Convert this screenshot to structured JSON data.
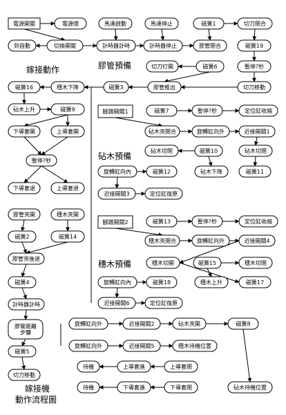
{
  "title_lines": [
    "嫁接機",
    "動作流程圖"
  ],
  "sections": [
    {
      "id": "s1",
      "label": "嫁接動作"
    },
    {
      "id": "s2",
      "label": "膠管預備"
    },
    {
      "id": "s3",
      "label": "砧木預備"
    },
    {
      "id": "s4",
      "label": "穗木預備"
    }
  ],
  "nodes": [
    {
      "id": "n1",
      "label": "電源開關",
      "shape": "rect"
    },
    {
      "id": "n2",
      "label": "電源燈",
      "shape": "round"
    },
    {
      "id": "n3",
      "label": "到自動",
      "shape": "round"
    },
    {
      "id": "n4",
      "label": "切換開關",
      "shape": "round"
    },
    {
      "id": "n5",
      "label": "馬達啟動",
      "shape": "round"
    },
    {
      "id": "n6",
      "label": "計時器計時",
      "shape": "round"
    },
    {
      "id": "n7",
      "label": "馬達停止",
      "shape": "round"
    },
    {
      "id": "n8",
      "label": "計時器停止",
      "shape": "round"
    },
    {
      "id": "n9",
      "label": "磁簧1",
      "shape": "round"
    },
    {
      "id": "n10",
      "label": "膠管閉合",
      "shape": "round"
    },
    {
      "id": "n11",
      "label": "切刀閉合",
      "shape": "round"
    },
    {
      "id": "n12",
      "label": "磁簧19",
      "shape": "round"
    },
    {
      "id": "n13",
      "label": "暫停?秒",
      "shape": "round"
    },
    {
      "id": "n14",
      "label": "切刀打開",
      "shape": "round"
    },
    {
      "id": "n15",
      "label": "磁簧6",
      "shape": "round"
    },
    {
      "id": "n16",
      "label": "切刀移動",
      "shape": "round"
    },
    {
      "id": "n17",
      "label": "膠管推出",
      "shape": "round"
    },
    {
      "id": "n18",
      "label": "磁簧3",
      "shape": "round"
    },
    {
      "id": "n19",
      "label": "穗木下降",
      "shape": "round"
    },
    {
      "id": "n20",
      "label": "磁簧16",
      "shape": "round"
    },
    {
      "id": "n21",
      "label": "砧木上升",
      "shape": "round"
    },
    {
      "id": "n22",
      "label": "磁簧9",
      "shape": "round"
    },
    {
      "id": "n23",
      "label": "下導套開",
      "shape": "round"
    },
    {
      "id": "n24",
      "label": "上導套開",
      "shape": "round"
    },
    {
      "id": "n25",
      "label": "暫停?秒",
      "shape": "round"
    },
    {
      "id": "n26",
      "label": "下導套退",
      "shape": "round"
    },
    {
      "id": "n27",
      "label": "上導套退",
      "shape": "round"
    },
    {
      "id": "n28",
      "label": "膠管夾開",
      "shape": "round"
    },
    {
      "id": "n29",
      "label": "穗木夾開",
      "shape": "round"
    },
    {
      "id": "n30",
      "label": "磁簧2",
      "shape": "round"
    },
    {
      "id": "n31",
      "label": "磁簧14",
      "shape": "round"
    },
    {
      "id": "n32",
      "label": "膠管夾後退",
      "shape": "round"
    },
    {
      "id": "n33",
      "label": "磁簧4",
      "shape": "round"
    },
    {
      "id": "n34",
      "label": "計時器計時",
      "shape": "round"
    },
    {
      "id": "n35",
      "label": "膠管距離\n步驟",
      "shape": "round"
    },
    {
      "id": "n36",
      "label": "磁簧5",
      "shape": "round"
    },
    {
      "id": "n37",
      "label": "切刀移動",
      "shape": "round"
    },
    {
      "id": "n38",
      "label": "腳踏開關1",
      "shape": "rect"
    },
    {
      "id": "n39",
      "label": "磁簧7",
      "shape": "round"
    },
    {
      "id": "n40",
      "label": "暫停?秒",
      "shape": "round"
    },
    {
      "id": "n41",
      "label": "定位缸收縮",
      "shape": "round"
    },
    {
      "id": "n42",
      "label": "砧木夾閉合",
      "shape": "round"
    },
    {
      "id": "n43",
      "label": "旋轉缸向外",
      "shape": "round"
    },
    {
      "id": "n44",
      "label": "近接開關1",
      "shape": "round"
    },
    {
      "id": "n45",
      "label": "砧木切閉",
      "shape": "round"
    },
    {
      "id": "n46",
      "label": "磁簧10",
      "shape": "round"
    },
    {
      "id": "n47",
      "label": "砧木切閉",
      "shape": "round"
    },
    {
      "id": "n48",
      "label": "旋轉缸向內",
      "shape": "round"
    },
    {
      "id": "n49",
      "label": "磁簧12",
      "shape": "round"
    },
    {
      "id": "n50",
      "label": "砧木下降",
      "shape": "round"
    },
    {
      "id": "n51",
      "label": "磁簧11",
      "shape": "round"
    },
    {
      "id": "n52",
      "label": "近接開關3",
      "shape": "round"
    },
    {
      "id": "n53",
      "label": "定位缸復原",
      "shape": "round"
    },
    {
      "id": "n54",
      "label": "腳踏開關2",
      "shape": "rect"
    },
    {
      "id": "n55",
      "label": "磁簧13",
      "shape": "round"
    },
    {
      "id": "n56",
      "label": "暫停?秒",
      "shape": "round"
    },
    {
      "id": "n57",
      "label": "定位缸收縮",
      "shape": "round"
    },
    {
      "id": "n58",
      "label": "穗木夾閉合",
      "shape": "round"
    },
    {
      "id": "n59",
      "label": "旋轉缸向外",
      "shape": "round"
    },
    {
      "id": "n60",
      "label": "近接開關4",
      "shape": "round"
    },
    {
      "id": "n61",
      "label": "穗木切開",
      "shape": "round"
    },
    {
      "id": "n62",
      "label": "磁簧15",
      "shape": "round"
    },
    {
      "id": "n63",
      "label": "穗木切閉",
      "shape": "round"
    },
    {
      "id": "n64",
      "label": "旋轉缸向內",
      "shape": "round"
    },
    {
      "id": "n65",
      "label": "磁簧18",
      "shape": "round"
    },
    {
      "id": "n66",
      "label": "穗木上升",
      "shape": "round"
    },
    {
      "id": "n67",
      "label": "磁簧17",
      "shape": "round"
    },
    {
      "id": "n68",
      "label": "近接開關6",
      "shape": "round"
    },
    {
      "id": "n69",
      "label": "定位缸復原",
      "shape": "round"
    },
    {
      "id": "n70",
      "label": "旋轉缸向外",
      "shape": "round"
    },
    {
      "id": "n71",
      "label": "近接開關2",
      "shape": "round"
    },
    {
      "id": "n72",
      "label": "砧木夾開",
      "shape": "round"
    },
    {
      "id": "n73",
      "label": "磁簧8",
      "shape": "round"
    },
    {
      "id": "n74",
      "label": "旋轉缸向外",
      "shape": "round"
    },
    {
      "id": "n75",
      "label": "近接開關5",
      "shape": "round"
    },
    {
      "id": "n76",
      "label": "穗木待機位置",
      "shape": "round"
    },
    {
      "id": "n77",
      "label": "待機",
      "shape": "round"
    },
    {
      "id": "n78",
      "label": "上導套進",
      "shape": "round"
    },
    {
      "id": "n79",
      "label": "上導套閉",
      "shape": "round"
    },
    {
      "id": "n80",
      "label": "待機",
      "shape": "round"
    },
    {
      "id": "n81",
      "label": "下導套進",
      "shape": "round"
    },
    {
      "id": "n82",
      "label": "下導套閉",
      "shape": "round"
    },
    {
      "id": "n83",
      "label": "砧木待機位置",
      "shape": "round"
    }
  ],
  "edges": [
    [
      "n1",
      "n2"
    ],
    [
      "n1",
      "n4"
    ],
    [
      "n4",
      "n3"
    ],
    [
      "n4",
      "n6"
    ],
    [
      "n5",
      "n6"
    ],
    [
      "n6",
      "n8"
    ],
    [
      "n7",
      "n8"
    ],
    [
      "n8",
      "n10"
    ],
    [
      "n9",
      "n10"
    ],
    [
      "n9",
      "n11"
    ],
    [
      "n11",
      "n12"
    ],
    [
      "n12",
      "n13"
    ],
    [
      "n13",
      "n16"
    ],
    [
      "n16",
      "n17"
    ],
    [
      "n15",
      "n14"
    ],
    [
      "n15",
      "n17"
    ],
    [
      "n17",
      "n18"
    ],
    [
      "n18",
      "n19"
    ],
    [
      "n19",
      "n20"
    ],
    [
      "n20",
      "n21"
    ],
    [
      "n21",
      "n22"
    ],
    [
      "n22",
      "n23"
    ],
    [
      "n22",
      "n24"
    ],
    [
      "n23",
      "n25"
    ],
    [
      "n24",
      "n25"
    ],
    [
      "n25",
      "n26"
    ],
    [
      "n25",
      "n27"
    ],
    [
      "n28",
      "n30"
    ],
    [
      "n29",
      "n31"
    ],
    [
      "n30",
      "n32"
    ],
    [
      "n31",
      "n32"
    ],
    [
      "n32",
      "n33"
    ],
    [
      "n33",
      "n34"
    ],
    [
      "n34",
      "n35"
    ],
    [
      "n35",
      "n36"
    ],
    [
      "n36",
      "n37"
    ],
    [
      "n38",
      "n42"
    ],
    [
      "n39",
      "n40"
    ],
    [
      "n40",
      "n41"
    ],
    [
      "n42",
      "n43"
    ],
    [
      "n43",
      "n44"
    ],
    [
      "n44",
      "n45"
    ],
    [
      "n45",
      "n51"
    ],
    [
      "n46",
      "n47"
    ],
    [
      "n46",
      "n50"
    ],
    [
      "n48",
      "n49"
    ],
    [
      "n48",
      "n52"
    ],
    [
      "n52",
      "n53"
    ],
    [
      "n54",
      "n58"
    ],
    [
      "n55",
      "n56"
    ],
    [
      "n56",
      "n57"
    ],
    [
      "n58",
      "n59"
    ],
    [
      "n59",
      "n60"
    ],
    [
      "n60",
      "n61"
    ],
    [
      "n61",
      "n67"
    ],
    [
      "n62",
      "n63"
    ],
    [
      "n62",
      "n66"
    ],
    [
      "n64",
      "n65"
    ],
    [
      "n64",
      "n68"
    ],
    [
      "n68",
      "n69"
    ],
    [
      "n70",
      "n71"
    ],
    [
      "n71",
      "n72"
    ],
    [
      "n72",
      "n73"
    ],
    [
      "n74",
      "n75"
    ],
    [
      "n75",
      "n76"
    ],
    [
      "n79",
      "n78"
    ],
    [
      "n78",
      "n77"
    ],
    [
      "n82",
      "n81"
    ],
    [
      "n81",
      "n80"
    ],
    [
      "n73",
      "n83"
    ]
  ]
}
